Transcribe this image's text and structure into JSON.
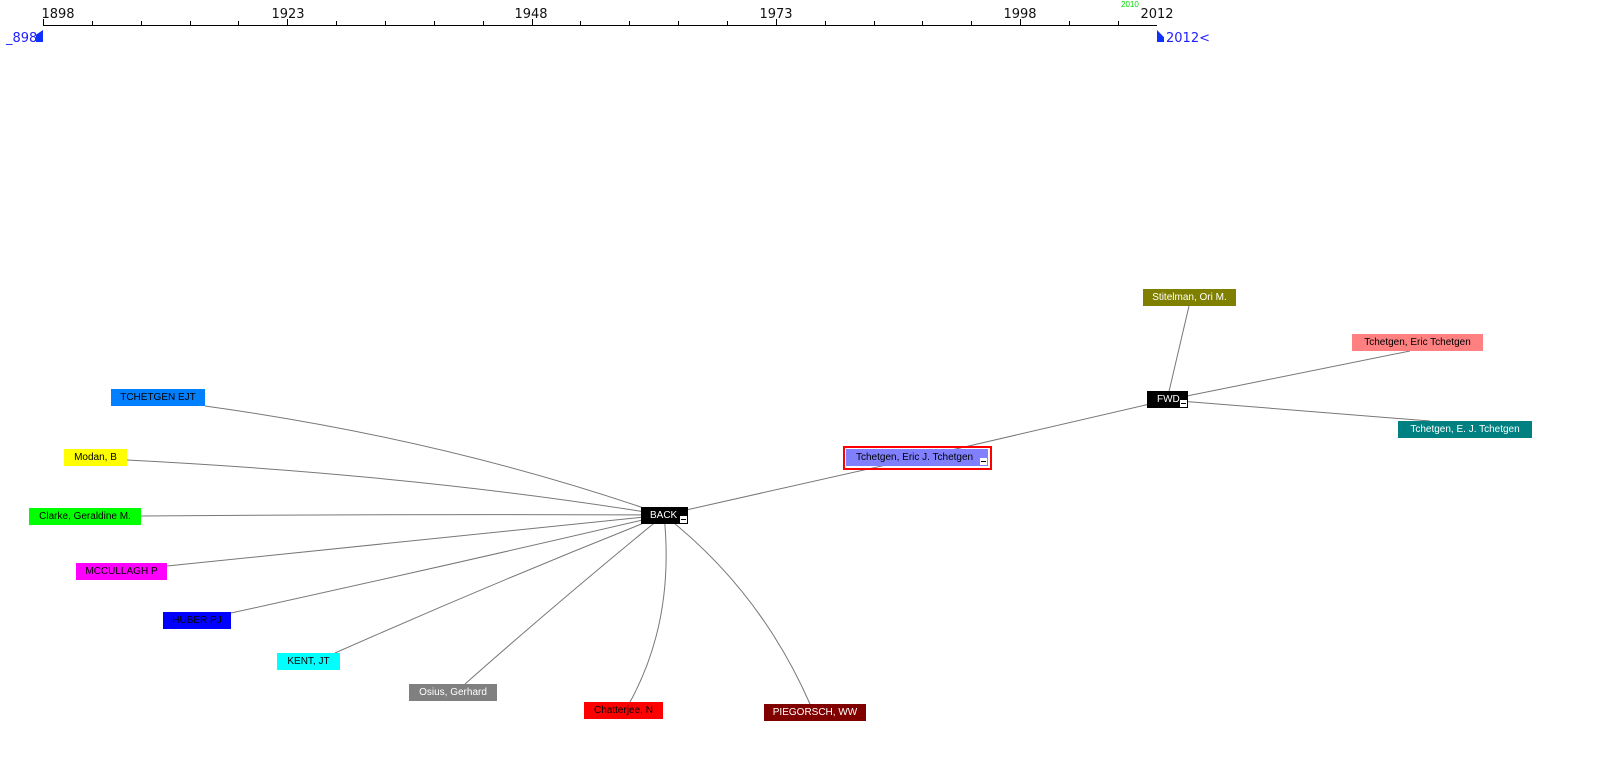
{
  "timeline": {
    "start_year": 1898,
    "end_year": 2012,
    "minor_tick_years": 5,
    "major_labels": [
      "1898",
      "1923",
      "1948",
      "1973",
      "1998",
      "2012"
    ],
    "highlight_year": "2010",
    "highlight_color": "#00e000",
    "range_start_label": "_898",
    "range_end_label": "2012<",
    "handle_color": "#1030ff"
  },
  "graph": {
    "hubs": {
      "back": "BACK",
      "fwd": "FWD"
    },
    "focus": {
      "label": "Tchetgen, Eric J. Tchetgen",
      "color": "#8080ff",
      "selected_border": "#ff0000"
    },
    "back_nodes": [
      {
        "label": "TCHETGEN EJT",
        "color": "#0080ff"
      },
      {
        "label": "Modan, B",
        "color": "#ffff00"
      },
      {
        "label": "Clarke, Geraldine M.",
        "color": "#00ff00"
      },
      {
        "label": "MCCULLAGH P",
        "color": "#ff00ff"
      },
      {
        "label": "HUBER PJ",
        "color": "#0000ff"
      },
      {
        "label": "KENT, JT",
        "color": "#00ffff"
      },
      {
        "label": "Osius, Gerhard",
        "color": "#808080"
      },
      {
        "label": "Chatterjee, N",
        "color": "#ff0000"
      },
      {
        "label": "PIEGORSCH, WW",
        "color": "#800000"
      }
    ],
    "fwd_nodes": [
      {
        "label": "Stitelman, Ori M.",
        "color": "#808000"
      },
      {
        "label": "Tchetgen, Eric Tchetgen",
        "color": "#ff8080"
      },
      {
        "label": "Tchetgen, E. J. Tchetgen",
        "color": "#008080"
      }
    ]
  }
}
